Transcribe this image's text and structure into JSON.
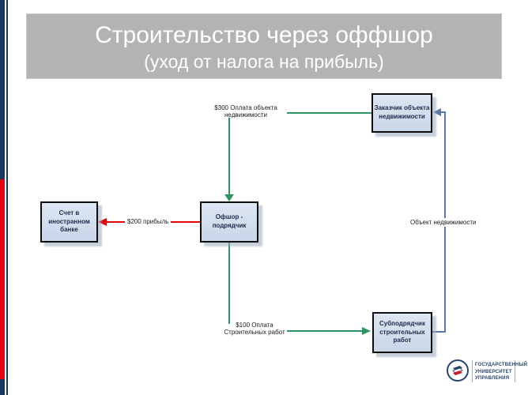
{
  "slide": {
    "title": "Строительство через оффшор",
    "subtitle": "(уход от налога на прибыль)"
  },
  "diagram": {
    "nodes": {
      "customer": {
        "label": "Заказчик объекта\nнедвижимости"
      },
      "offshore": {
        "label": "Офшор -\nподрядчик"
      },
      "foreign_bank": {
        "label": "Счет в\nиностранном\nбанке"
      },
      "subcontractor": {
        "label": "Субподрядчик\nстроительных\nработ"
      }
    },
    "edges": {
      "payment_300": {
        "label": "$300 Оплата объекта\nнедвижимости",
        "color": "#2e9364",
        "from": "customer",
        "to": "offshore"
      },
      "profit_200": {
        "label": "$200 прибыль",
        "color": "#e60000",
        "from": "offshore",
        "to": "foreign_bank"
      },
      "payment_100": {
        "label": "$100 Оплата\nСтроительных работ",
        "color": "#2e9364",
        "from": "offshore",
        "to": "subcontractor"
      },
      "property_object": {
        "label": "Объект недвижимости",
        "color": "#5b7aa6",
        "from": "subcontractor",
        "to": "customer"
      }
    }
  },
  "logo": {
    "org_name": "ГОСУДАРСТВЕННЫЙ\nУНИВЕРСИТЕТ\nУПРАВЛЕНИЯ"
  },
  "colors": {
    "accent-green": "#2e9364",
    "accent-red": "#e60000",
    "accent-blue": "#5b7aa6",
    "banner-gray": "#b3b3b3",
    "stripe-blue": "#17375e",
    "stripe-red": "#e20613",
    "logo-blue": "#27456e"
  }
}
